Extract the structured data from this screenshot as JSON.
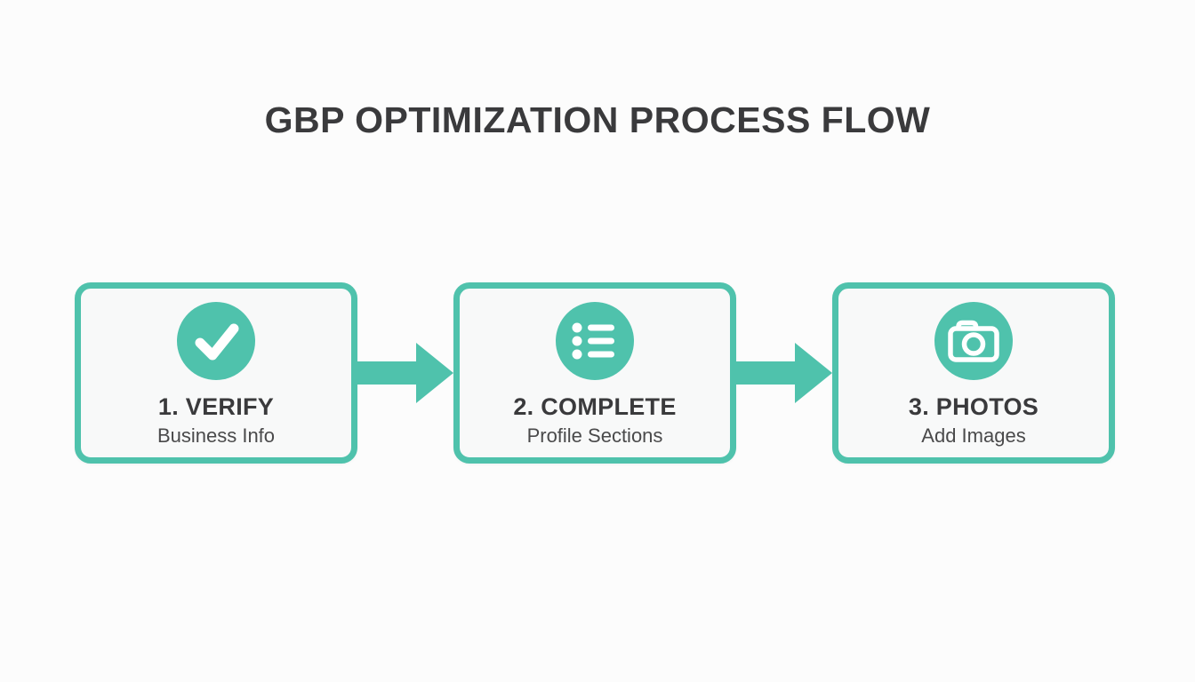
{
  "title": "GBP OPTIMIZATION PROCESS FLOW",
  "colors": {
    "accent_teal": "#4FC2AC",
    "card_fill": "#F8F9F9",
    "background": "#FCFCFC",
    "heading_text": "#3A3A3C",
    "subtitle_text": "#4A4A4B",
    "icon_glyph": "#FFFFFF"
  },
  "steps": [
    {
      "icon": "check-icon",
      "label": "1. VERIFY",
      "sublabel": "Business Info"
    },
    {
      "icon": "list-icon",
      "label": "2. COMPLETE",
      "sublabel": "Profile Sections"
    },
    {
      "icon": "camera-icon",
      "label": "3. PHOTOS",
      "sublabel": "Add Images"
    }
  ]
}
